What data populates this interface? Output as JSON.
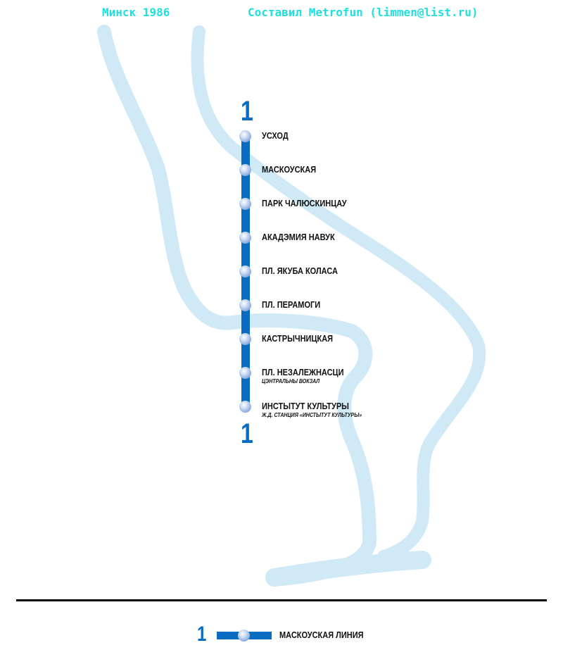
{
  "header": {
    "title": "Минск 1986",
    "credit": "Составил Metrofun (limmen@list.ru)"
  },
  "colors": {
    "line1": "#0a6cc0",
    "river": "#cfe9f6",
    "header_text": "#22dede"
  },
  "line": {
    "number": "1",
    "name": "МАСКОУСКАЯ ЛИНИЯ",
    "stations": [
      {
        "name": "УСХОД"
      },
      {
        "name": "МАСКОУСКАЯ"
      },
      {
        "name": "ПАРК ЧАЛЮСКИНЦАУ"
      },
      {
        "name": "АКАДЭМИЯ НАВУК"
      },
      {
        "name": "ПЛ. ЯКУБА КОЛАСА"
      },
      {
        "name": "ПЛ. ПЕРАМОГИ"
      },
      {
        "name": "КАСТРЫЧНИЦКАЯ"
      },
      {
        "name": "ПЛ. НЕЗАЛЕЖНАСЦИ",
        "sub": "ЦЭНТРАЛЬНЫ ВОКЗАЛ"
      },
      {
        "name": "ИНСТЫТУТ КУЛЬТУРЫ",
        "sub": "Ж.Д. СТАНЦИЯ «ИНСТЫТУТ КУЛЬТУРЫ»"
      }
    ]
  },
  "legend": {
    "number": "1",
    "label": "МАСКОУСКАЯ ЛИНИЯ"
  }
}
